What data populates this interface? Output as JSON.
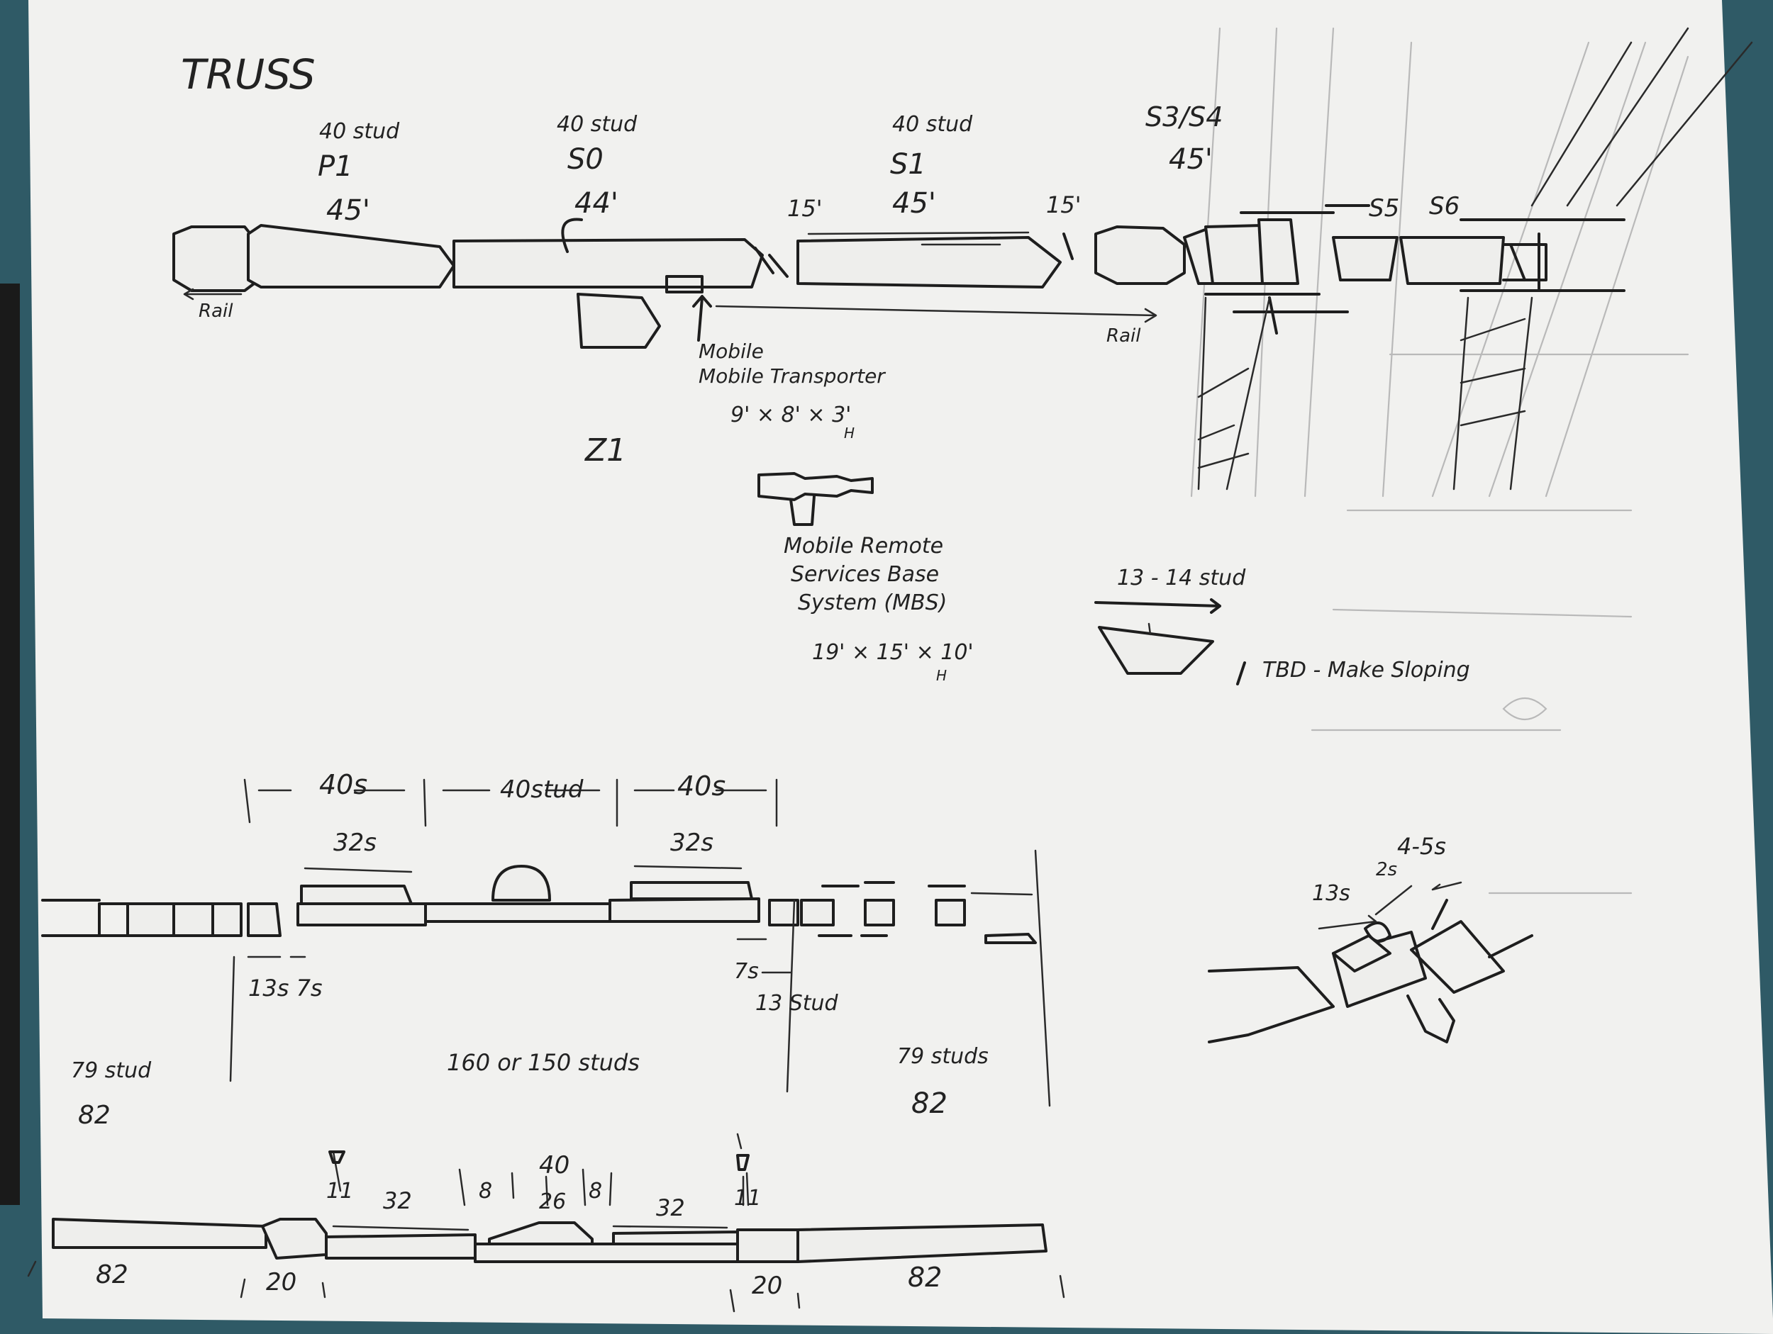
{
  "title": "TRUSS",
  "top_segments": [
    {
      "studs": "40 stud",
      "name": "P1",
      "length": "45'"
    },
    {
      "studs": "40 stud",
      "name": "S0",
      "length": "44'"
    },
    {
      "studs": "40 stud",
      "name": "S1",
      "length": "45'"
    },
    {
      "studs": "",
      "name": "S3/S4",
      "length": "45'"
    }
  ],
  "small_lengths": [
    "15'",
    "15'"
  ],
  "end_labels": [
    "S5",
    "S6"
  ],
  "rail_labels": [
    "Rail",
    "Rail"
  ],
  "mobile_transporter": {
    "label": "Mobile Transporter",
    "dims": "9' × 8' × 3'",
    "h": "H"
  },
  "z1": "Z1",
  "mbs": {
    "label_lines": [
      "Mobile Remote",
      "Services Base",
      "System (MBS)"
    ],
    "dims": "19' × 15' × 10'",
    "h": "H"
  },
  "panel": {
    "width": "13 - 14 stud",
    "note": "TBD - Make Sloping"
  },
  "middle": {
    "dims_top": [
      "40s",
      "40stud",
      "40s"
    ],
    "dims_32": [
      "32s",
      "32s"
    ],
    "left_small": "13s 7s",
    "right_small_a": "7s",
    "right_small_b": "13 Stud",
    "left_count": "79 stud",
    "left_total": "82",
    "center_total": "160 or 150 studs",
    "right_count": "79 studs",
    "right_total": "82"
  },
  "bottom": {
    "labels": [
      "11",
      "32",
      "8",
      "40",
      "26",
      "8",
      "32",
      "11"
    ],
    "bottom_nums": [
      "82",
      "20",
      "20",
      "82"
    ]
  },
  "corner": {
    "a": "13s",
    "b": "2s",
    "c": "4-5s"
  }
}
